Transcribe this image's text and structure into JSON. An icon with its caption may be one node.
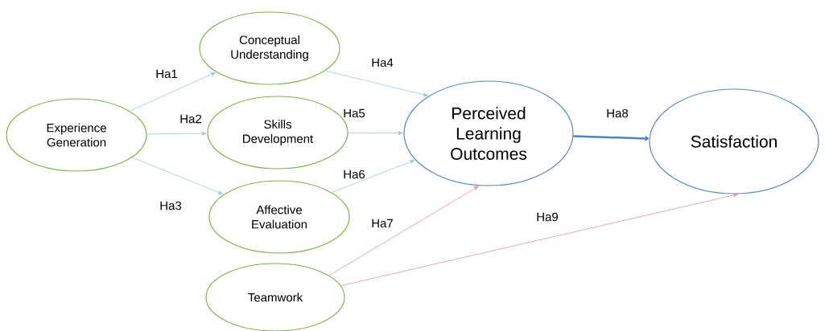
{
  "diagram": {
    "nodes": [
      {
        "text": [
          "Experience Generation"
        ]
      },
      {
        "text": [
          "Conceptual Understanding"
        ]
      },
      {
        "text": [
          "Skills Development"
        ]
      },
      {
        "text": [
          "Affective Evaluation"
        ]
      },
      {
        "text": [
          "Perceived Learning Outcomes"
        ]
      },
      {
        "text": [
          "Satisfaction"
        ]
      },
      {
        "text": [
          "Teamwork"
        ]
      }
    ],
    "edges": [
      {
        "from": 0,
        "to": 1,
        "arrow": "to",
        "label": "Ha1"
      },
      {
        "from": 0,
        "to": 2,
        "arrow": "to",
        "label": "Ha2"
      },
      {
        "from": 0,
        "to": 3,
        "arrow": "to",
        "label": "Ha3"
      },
      {
        "from": 1,
        "to": 4,
        "arrow": "to",
        "label": "Ha4"
      },
      {
        "from": 2,
        "to": 4,
        "arrow": "to",
        "label": "Ha5"
      },
      {
        "from": 3,
        "to": 4,
        "arrow": "to",
        "label": "Ha6"
      },
      {
        "from": 6,
        "to": 4,
        "arrow": "to",
        "label": "Ha7",
        "color": "#e8909c"
      },
      {
        "from": 4,
        "to": 5,
        "arrow": "to",
        "label": "Ha8",
        "style": "thick",
        "color": "#4f81bd"
      },
      {
        "from": 6,
        "to": 5,
        "arrow": "to",
        "label": "Ha9",
        "color": "#e8909c"
      }
    ]
  }
}
